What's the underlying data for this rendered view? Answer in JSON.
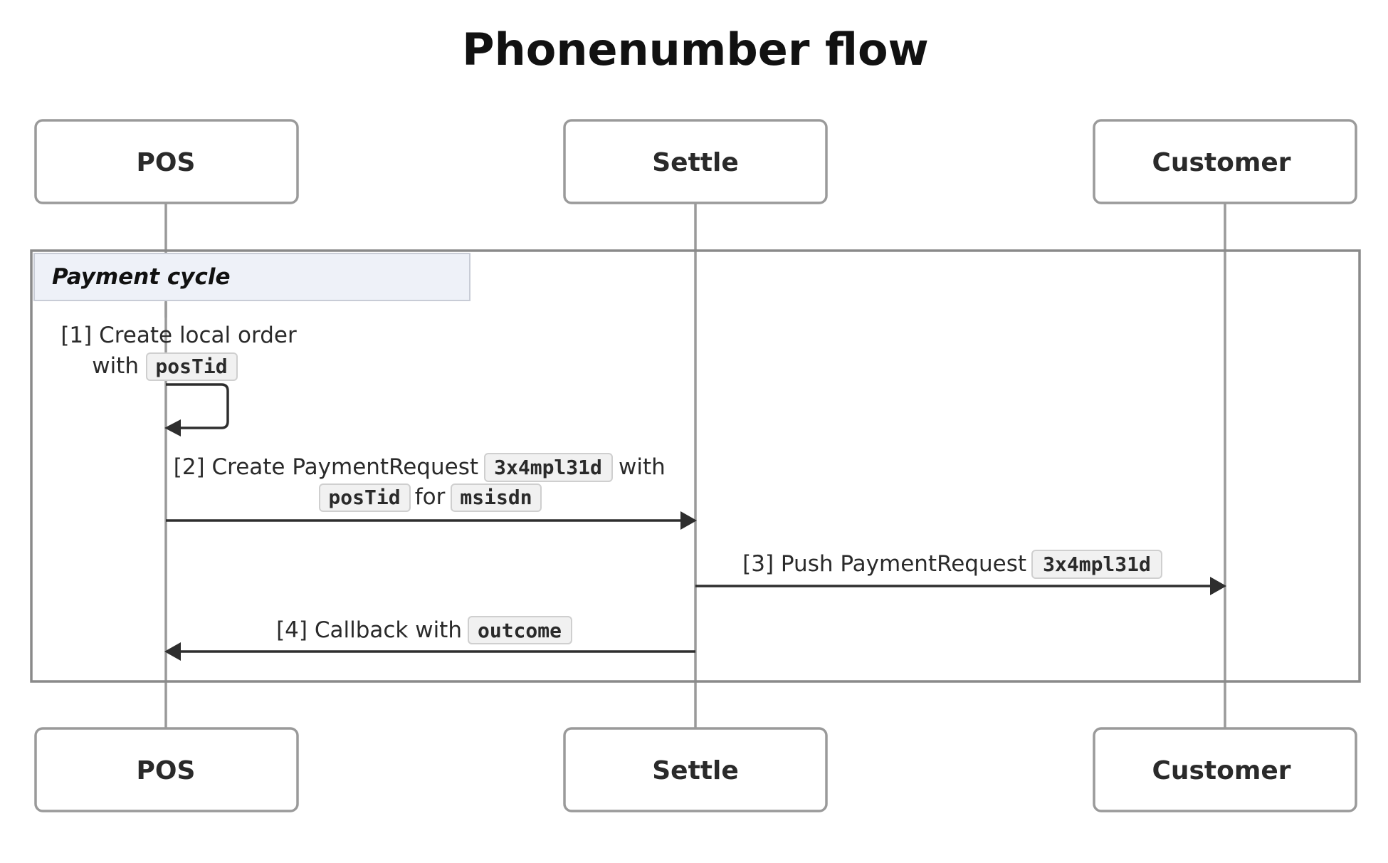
{
  "title": "Phonenumber flow",
  "actors": {
    "pos": "POS",
    "settle": "Settle",
    "customer": "Customer"
  },
  "loop": {
    "label": "Payment cycle"
  },
  "messages": {
    "m1": {
      "line1": "[1] Create local order",
      "line2_pre": "with",
      "code_postid": "posTid"
    },
    "m2": {
      "line1_pre": "[2] Create PaymentRequest",
      "code_id": "3x4mpl31d",
      "line1_post": "with",
      "code_postid": "posTid",
      "line2_mid": "for",
      "code_msisdn": "msisdn"
    },
    "m3": {
      "pre": "[3] Push PaymentRequest",
      "code_id": "3x4mpl31d"
    },
    "m4": {
      "pre": "[4] Callback with",
      "code_outcome": "outcome"
    }
  },
  "colors": {
    "actor_border": "#9a9a9a",
    "loop_label_bg": "#eef1f8",
    "code_bg": "#f1f1f1",
    "arrow": "#2e2e2e"
  }
}
